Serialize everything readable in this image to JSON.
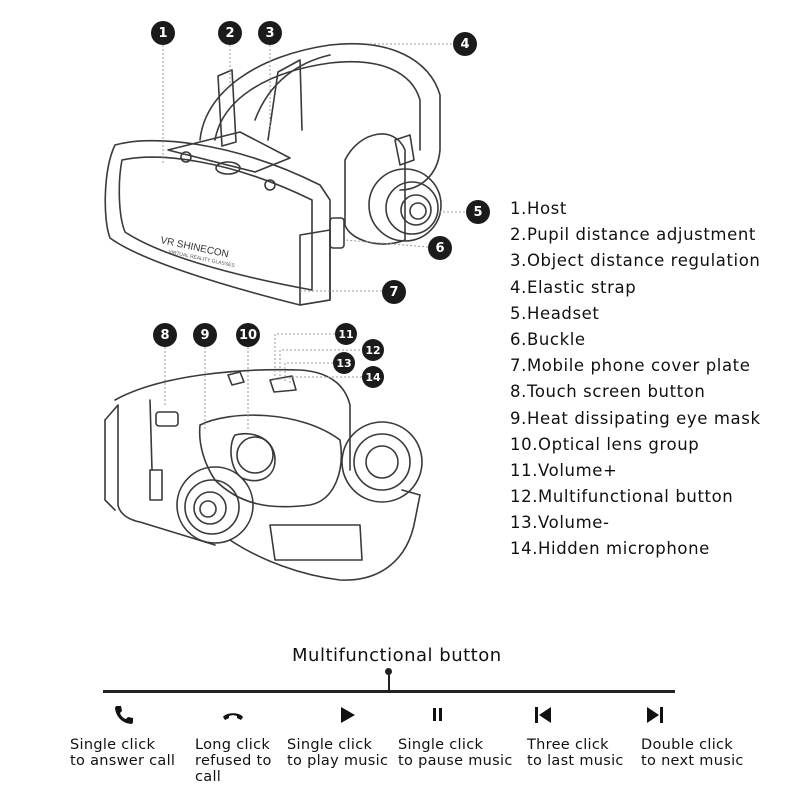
{
  "parts": [
    "1.Host",
    "2.Pupil distance adjustment",
    "3.Object distance regulation",
    "4.Elastic strap",
    "5.Headset",
    "6.Buckle",
    "7.Mobile phone cover plate",
    "8.Touch screen button",
    "9.Heat dissipating eye mask",
    "10.Optical lens group",
    "11.Volume+",
    "12.Multifunctional button",
    "13.Volume-",
    "14.Hidden microphone"
  ],
  "callouts": [
    "1",
    "2",
    "3",
    "4",
    "5",
    "6",
    "7",
    "8",
    "9",
    "10",
    "11",
    "12",
    "13",
    "14"
  ],
  "device_logo": {
    "brand": "VR SHINECON",
    "sub": "VIRTUAL REALITY GLASSES"
  },
  "multifunctional": {
    "title": "Multifunctional button",
    "actions": [
      {
        "icon": "phone-answer-icon",
        "line1": "Single click",
        "line2": "to answer call",
        "line3": ""
      },
      {
        "icon": "phone-hangup-icon",
        "line1": "Long click",
        "line2": "refused to",
        "line3": "call"
      },
      {
        "icon": "play-icon",
        "line1": "Single click",
        "line2": "to play music",
        "line3": ""
      },
      {
        "icon": "pause-icon",
        "line1": "Single click",
        "line2": "to pause music",
        "line3": ""
      },
      {
        "icon": "previous-track-icon",
        "line1": "Three click",
        "line2": "to last music",
        "line3": ""
      },
      {
        "icon": "next-track-icon",
        "line1": "Double click",
        "line2": "to next music",
        "line3": ""
      }
    ]
  }
}
